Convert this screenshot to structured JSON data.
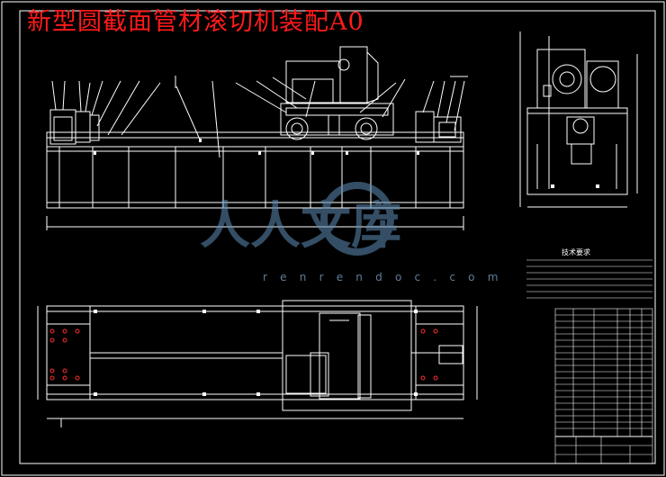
{
  "drawing": {
    "title": "新型圆截面管材滚切机装配A0",
    "notes_heading": "技术要求",
    "watermark": "r e n r e n d o c . c o m",
    "watermark_logo": "人人文库",
    "colors": {
      "background": "#000000",
      "line": "#ffffff",
      "title": "#ff1a1a",
      "watermark": "#5f8fb8"
    }
  }
}
